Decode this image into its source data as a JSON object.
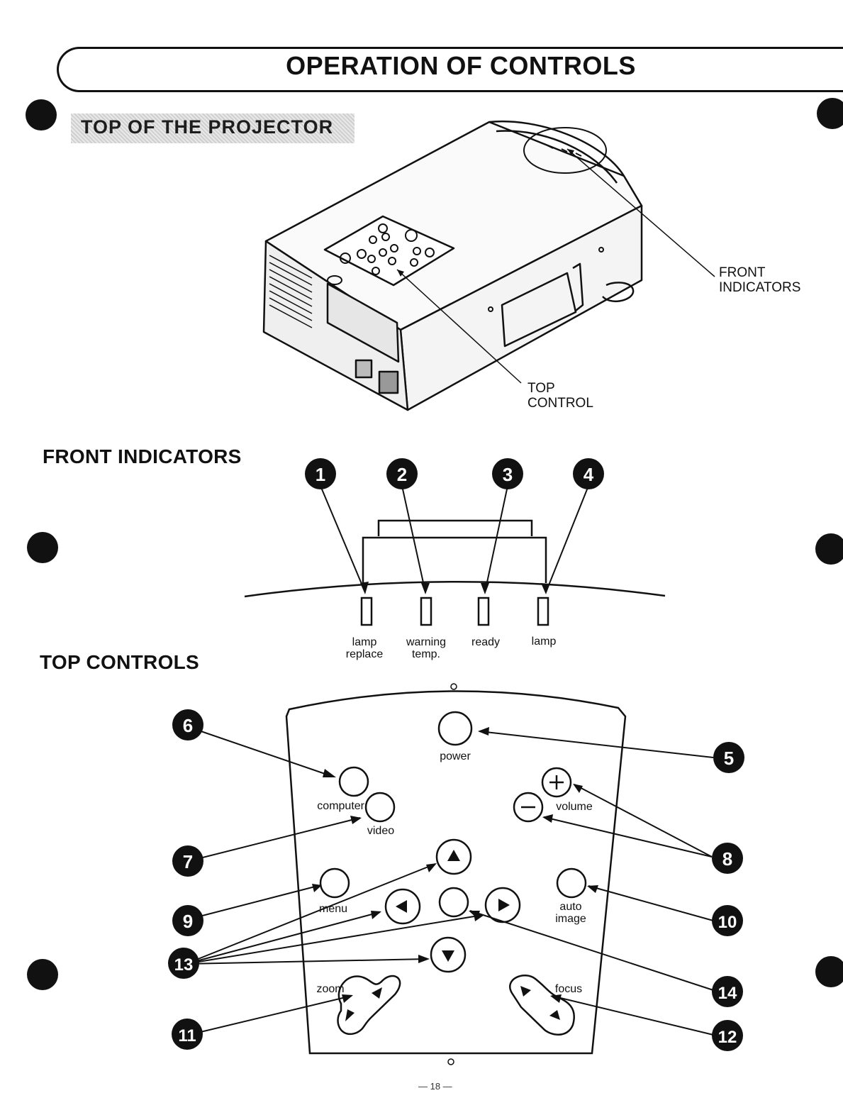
{
  "header": {
    "title": "OPERATION OF CONTROLS"
  },
  "sections": {
    "top_of_projector": "TOP OF THE PROJECTOR",
    "front_indicators": "FRONT INDICATORS",
    "top_controls": "TOP CONTROLS"
  },
  "callouts": {
    "front_indicators": [
      "FRONT",
      "INDICATORS"
    ],
    "top_control": [
      "TOP",
      "CONTROL"
    ]
  },
  "indicators": [
    {
      "number": "1",
      "label": [
        "lamp",
        "replace"
      ]
    },
    {
      "number": "2",
      "label": [
        "warning",
        "temp."
      ]
    },
    {
      "number": "3",
      "label": [
        "ready",
        ""
      ]
    },
    {
      "number": "4",
      "label": [
        "lamp",
        ""
      ]
    }
  ],
  "controls": {
    "power": "power",
    "computer": "computer",
    "video": "video",
    "volume": "volume",
    "menu": "menu",
    "auto_image": [
      "auto",
      "image"
    ],
    "zoom": "zoom",
    "focus": "focus"
  },
  "control_numbers": [
    "5",
    "6",
    "7",
    "8",
    "9",
    "10",
    "11",
    "12",
    "13",
    "14"
  ],
  "page_number": "— 18 —"
}
